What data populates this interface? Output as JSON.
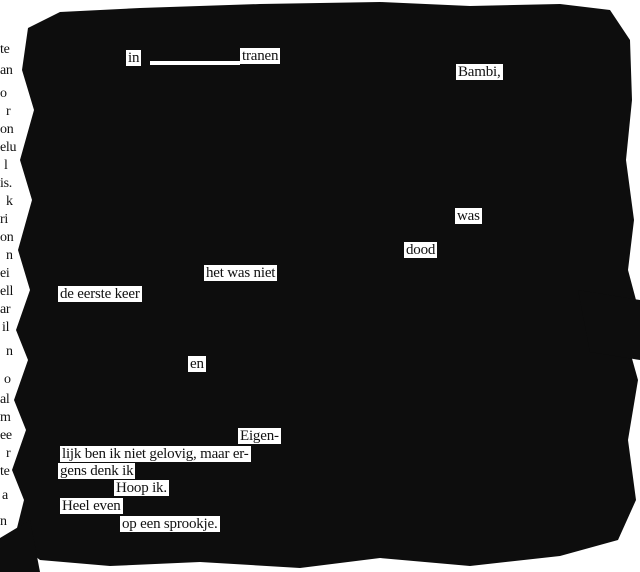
{
  "blackout_words": [
    "in",
    "tranen",
    "Bambi,",
    "was",
    "dood",
    "het was niet",
    "de eerste keer",
    "en",
    "Eigen-",
    "lijk ben ik niet gelovig, maar er-",
    "gens denk ik",
    "Hoop ik.",
    "Heel even",
    "op een sprookje."
  ],
  "margin_fragments": [
    "te",
    "an",
    "o",
    "r",
    "on",
    "elu",
    "l",
    "is.",
    "k",
    "ri",
    "on",
    "n",
    "ei",
    "ell",
    "ar",
    "il",
    "n",
    "o",
    "al",
    "m",
    "ee",
    "r",
    "te",
    "a",
    "n"
  ],
  "colors": {
    "ink": "#0d0d0d",
    "paper": "#ffffff",
    "connector_line": "#ffffff"
  }
}
